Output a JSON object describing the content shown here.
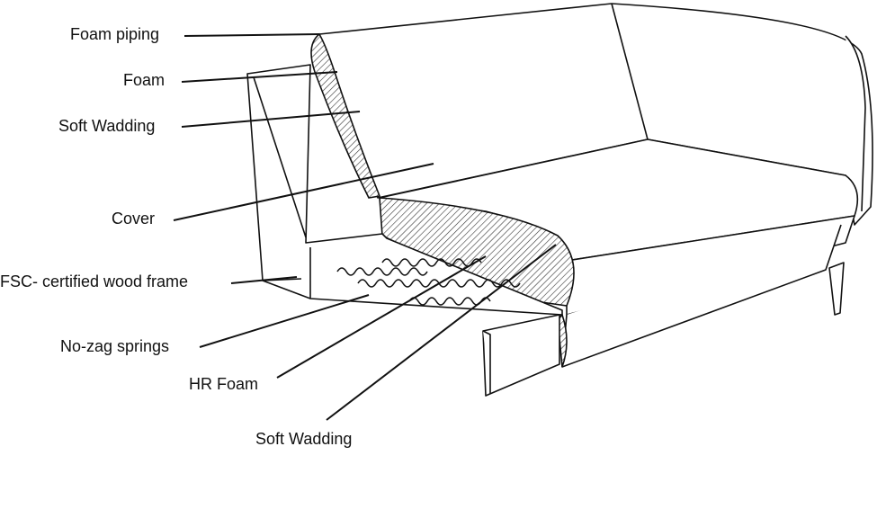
{
  "title": "Sofa construction cross-section",
  "labels": {
    "foam_piping": "Foam piping",
    "foam": "Foam",
    "soft_wadding_back": "Soft Wadding",
    "cover": "Cover",
    "wood_frame": "FSC- certified wood frame",
    "springs": "No-zag springs",
    "hr_foam": "HR Foam",
    "soft_wadding_seat": "Soft Wadding"
  }
}
